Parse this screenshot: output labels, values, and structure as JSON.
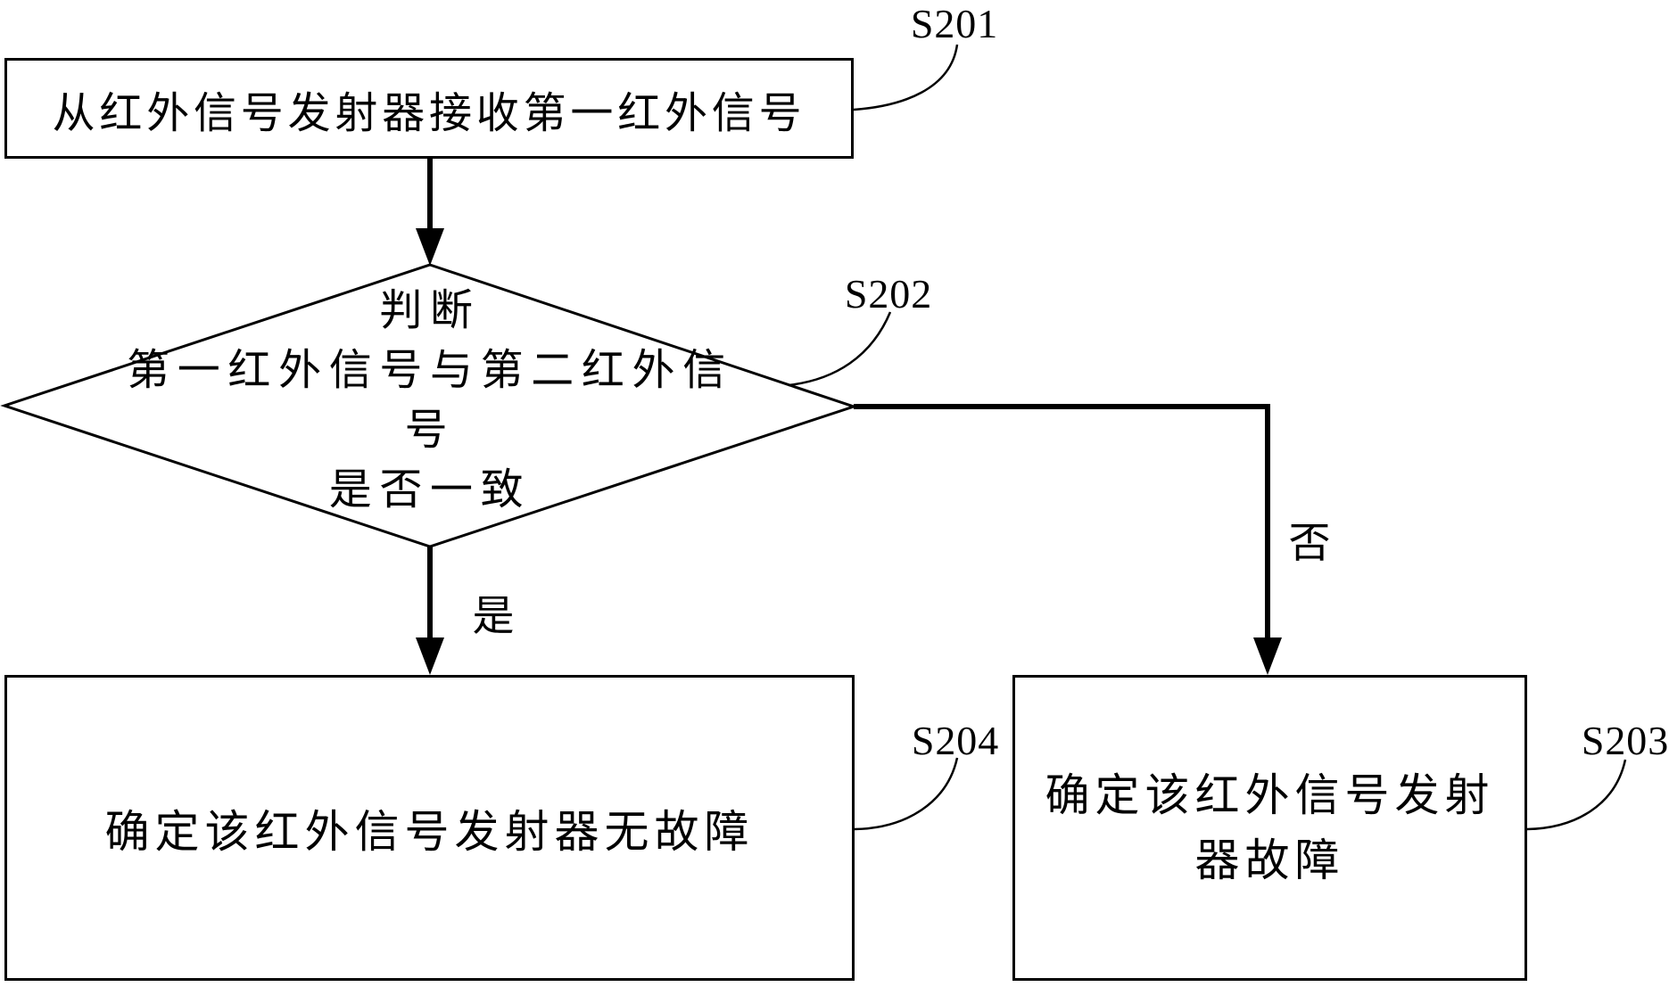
{
  "figure": {
    "type": "flowchart",
    "ink_color": "#000000",
    "background_color": "#ffffff"
  },
  "nodes": {
    "start": {
      "step": "S201",
      "label": "从红外信号发射器接收第一红外信号"
    },
    "decision": {
      "step": "S202",
      "label": "判断\n第一红外信号与第二红外信号\n是否一致"
    },
    "no_fault": {
      "step": "S204",
      "label": "确定该红外信号发射器无故障"
    },
    "fault": {
      "step": "S203",
      "label": "确定该红外信号发射\n器故障"
    }
  },
  "branches": {
    "yes": "是",
    "no": "否"
  }
}
